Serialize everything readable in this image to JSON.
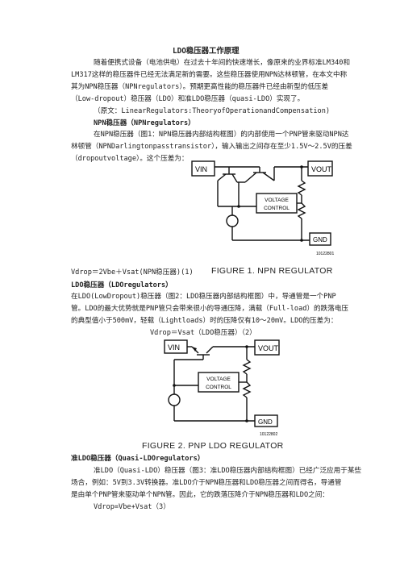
{
  "doc": {
    "title": "LDO稳压器工作原理",
    "intro": [
      "随着便携式设备（电池供电）在过去十年间的快速增长，像原来的业界标准LM340和",
      "LM317这样的稳压器件已经无法满足新的需要。这些稳压器使用NPN达林顿管，在本文中称",
      "其为NPN稳压器（NPNregulators）。预期更高性能的稳压器件已经由新型的低压差",
      "（Low-dropout）稳压器（LDO）和准LDO稳压器（quasi-LDO）实现了。",
      "（原文：LinearRegulators:TheoryofOperationandCompensation)"
    ],
    "npn_heading": "NPN稳压器（NPNregulators）",
    "npn_text": [
      "在NPN稳压器（图1：NPN稳压器内部结构框图）的内部使用一个PNP管来驱动NPN达",
      "林顿管（NPNDarlingtonpasstransistor），输入输出之间存在至少1.5V～2.5V的压差",
      "（dropoutvoltage）。这个压差为："
    ],
    "npn_formula": "Vdrop＝2Vbe＋Vsat(NPN稳压器)(1)",
    "ldo_heading": "LDO稳压器（LDOregulators）",
    "ldo_text": [
      "在LDO(LowDropout)稳压器（图2：LDO稳压器内部结构框图）中，导通管是一个PNP",
      "管。LDO的最大优势就是PNP管只会带来很小的导通压降，满载（Full-load）的跌落电压",
      "的典型值小于500mV，轻载（Lightloads）时的压降仅有10～20mV。LDO的压差为："
    ],
    "ldo_formula": "Vdrop＝Vsat（LDO稳压器）（2）",
    "quasi_heading": "准LDO稳压器（Quasi-LDOregulators）",
    "quasi_text": [
      "准LDO（Quasi-LDO）稳压器（图3：准LDO稳压器内部结构框图）已经广泛应用于某些",
      "场合，例如：5V到3.3V转换器。准LDO介于NPN稳压器和LDO稳压器之间而得名，导通管",
      "是由单个PNP管来驱动单个NPN管。因此，它的跌落压降介于NPN稳压器和LDO之间："
    ],
    "quasi_formula": "Vdrop=Vbe+Vsat（3）"
  },
  "figure1": {
    "caption": "FIGURE 1. NPN REGULATOR",
    "vin": "VIN",
    "vout": "VOUT",
    "control": [
      "VOLTAGE",
      "CONTROL"
    ],
    "gnd": "GND",
    "code": "10122801"
  },
  "figure2": {
    "caption": "FIGURE 2. PNP LDO REGULATOR",
    "vin": "VIN",
    "vout": "VOUT",
    "control": [
      "VOLTAGE",
      "CONTROL"
    ],
    "gnd": "GND",
    "code": "10122802"
  }
}
